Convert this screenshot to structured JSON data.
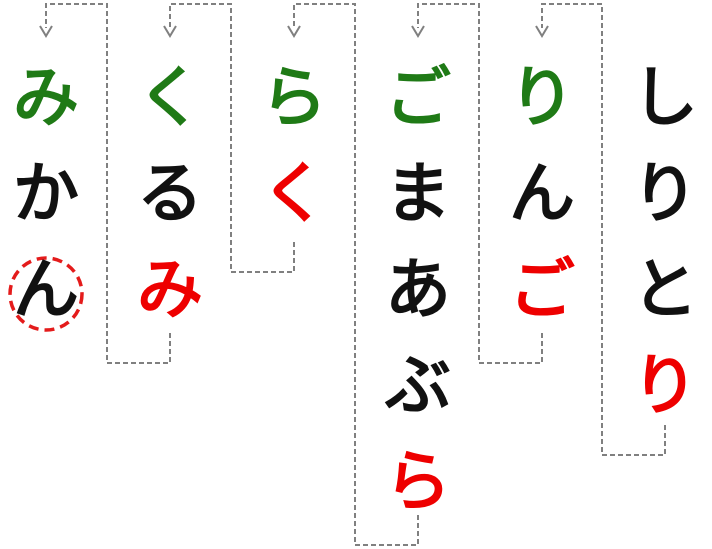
{
  "colors": {
    "normal": "#111111",
    "start": "#1f7a16",
    "end": "#ee0000",
    "connector": "#808080",
    "final_circle": "#e41b1b"
  },
  "words": [
    {
      "chars": [
        "し",
        "り",
        "と",
        "り"
      ],
      "start_role": "normal",
      "end_role": "end"
    },
    {
      "chars": [
        "り",
        "ん",
        "ご"
      ],
      "start_role": "start",
      "end_role": "end"
    },
    {
      "chars": [
        "ご",
        "ま",
        "あ",
        "ぶ",
        "ら"
      ],
      "start_role": "start",
      "end_role": "end"
    },
    {
      "chars": [
        "ら",
        "く"
      ],
      "start_role": "start",
      "end_role": "end"
    },
    {
      "chars": [
        "く",
        "る",
        "み"
      ],
      "start_role": "start",
      "end_role": "end"
    },
    {
      "chars": [
        "み",
        "か",
        "ん"
      ],
      "start_role": "start",
      "end_role": "normal",
      "last_circled": true
    }
  ]
}
